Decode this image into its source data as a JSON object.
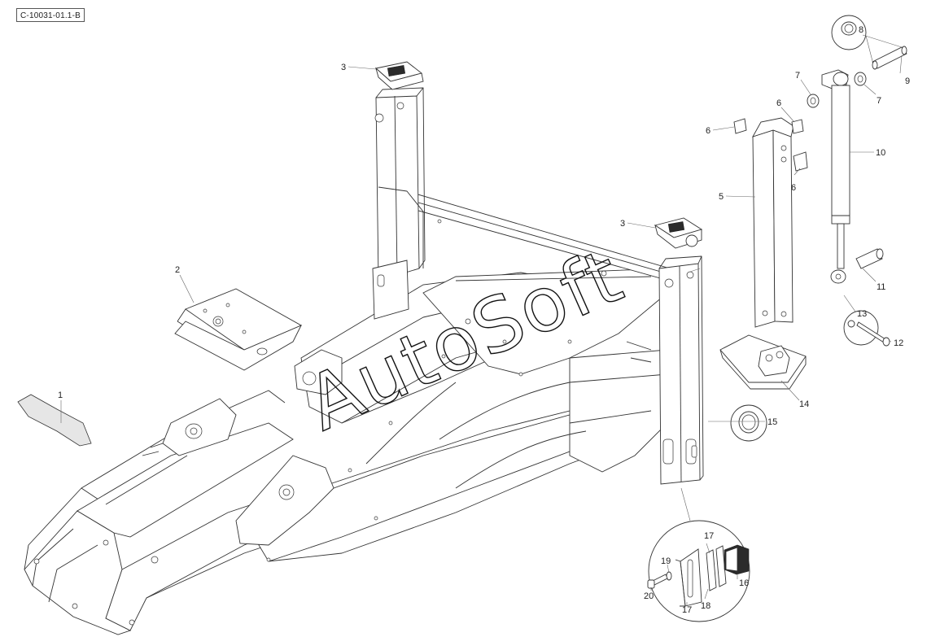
{
  "drawing_ref": "C-10031-01.1-B",
  "watermark": "AutoSoft",
  "callouts": [
    {
      "id": "c1",
      "label": "1"
    },
    {
      "id": "c2",
      "label": "2"
    },
    {
      "id": "c3a",
      "label": "3"
    },
    {
      "id": "c3b",
      "label": "3"
    },
    {
      "id": "c5",
      "label": "5"
    },
    {
      "id": "c6a",
      "label": "6"
    },
    {
      "id": "c6b",
      "label": "6"
    },
    {
      "id": "c6c",
      "label": "6"
    },
    {
      "id": "c7a",
      "label": "7"
    },
    {
      "id": "c7b",
      "label": "7"
    },
    {
      "id": "c8",
      "label": "8"
    },
    {
      "id": "c9",
      "label": "9"
    },
    {
      "id": "c10",
      "label": "10"
    },
    {
      "id": "c11",
      "label": "11"
    },
    {
      "id": "c12",
      "label": "12"
    },
    {
      "id": "c13",
      "label": "13"
    },
    {
      "id": "c14",
      "label": "14"
    },
    {
      "id": "c15",
      "label": "15"
    },
    {
      "id": "c16",
      "label": "16"
    },
    {
      "id": "c17a",
      "label": "17"
    },
    {
      "id": "c17b",
      "label": "17"
    },
    {
      "id": "c18",
      "label": "18"
    },
    {
      "id": "c19",
      "label": "19"
    },
    {
      "id": "c20",
      "label": "20"
    }
  ]
}
